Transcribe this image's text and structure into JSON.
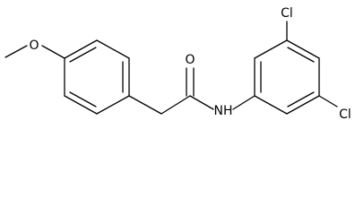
{
  "molecule": {
    "atoms": {
      "O_ether": "O",
      "O_carbonyl": "O",
      "N_amide": "NH",
      "Cl_top": "Cl",
      "Cl_bottom": "Cl"
    }
  }
}
